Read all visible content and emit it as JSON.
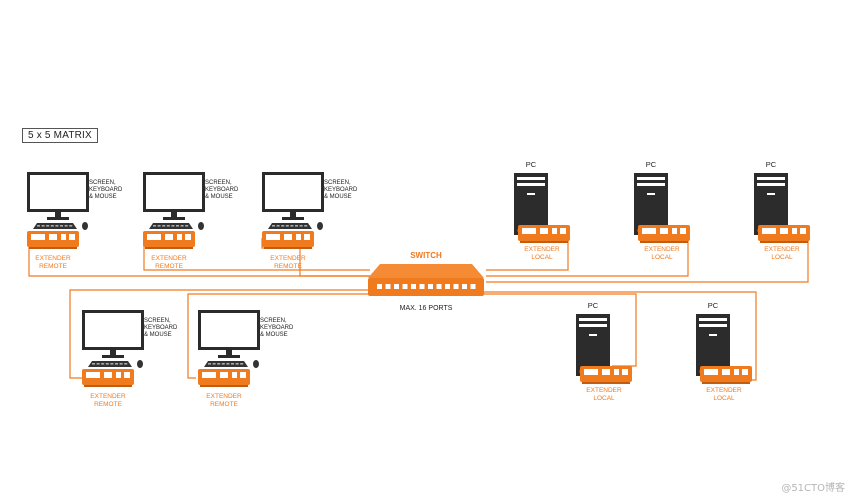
{
  "title": "5 x 5 MATRIX",
  "switch": {
    "label": "SWITCH",
    "ports_label": "MAX. 16 PORTS"
  },
  "colors": {
    "accent": "#F07A1E",
    "dark": "#2a2a2a",
    "monitor_frame": "#2b2b2b",
    "cable": "#F07A1E"
  },
  "remote_stations": [
    {
      "peripherals": [
        "SCREEN,",
        "KEYBOARD",
        "& MOUSE"
      ],
      "extender": [
        "EXTENDER",
        "REMOTE"
      ]
    },
    {
      "peripherals": [
        "SCREEN,",
        "KEYBOARD",
        "& MOUSE"
      ],
      "extender": [
        "EXTENDER",
        "REMOTE"
      ]
    },
    {
      "peripherals": [
        "SCREEN,",
        "KEYBOARD",
        "& MOUSE"
      ],
      "extender": [
        "EXTENDER",
        "REMOTE"
      ]
    },
    {
      "peripherals": [
        "SCREEN,",
        "KEYBOARD",
        "& MOUSE"
      ],
      "extender": [
        "EXTENDER",
        "REMOTE"
      ]
    },
    {
      "peripherals": [
        "SCREEN,",
        "KEYBOARD",
        "& MOUSE"
      ],
      "extender": [
        "EXTENDER",
        "REMOTE"
      ]
    }
  ],
  "local_stations": [
    {
      "pc_label": "PC",
      "extender": [
        "EXTENDER",
        "LOCAL"
      ]
    },
    {
      "pc_label": "PC",
      "extender": [
        "EXTENDER",
        "LOCAL"
      ]
    },
    {
      "pc_label": "PC",
      "extender": [
        "EXTENDER",
        "LOCAL"
      ]
    },
    {
      "pc_label": "PC",
      "extender": [
        "EXTENDER",
        "LOCAL"
      ]
    },
    {
      "pc_label": "PC",
      "extender": [
        "EXTENDER",
        "LOCAL"
      ]
    }
  ],
  "watermark": "@51CTO博客"
}
